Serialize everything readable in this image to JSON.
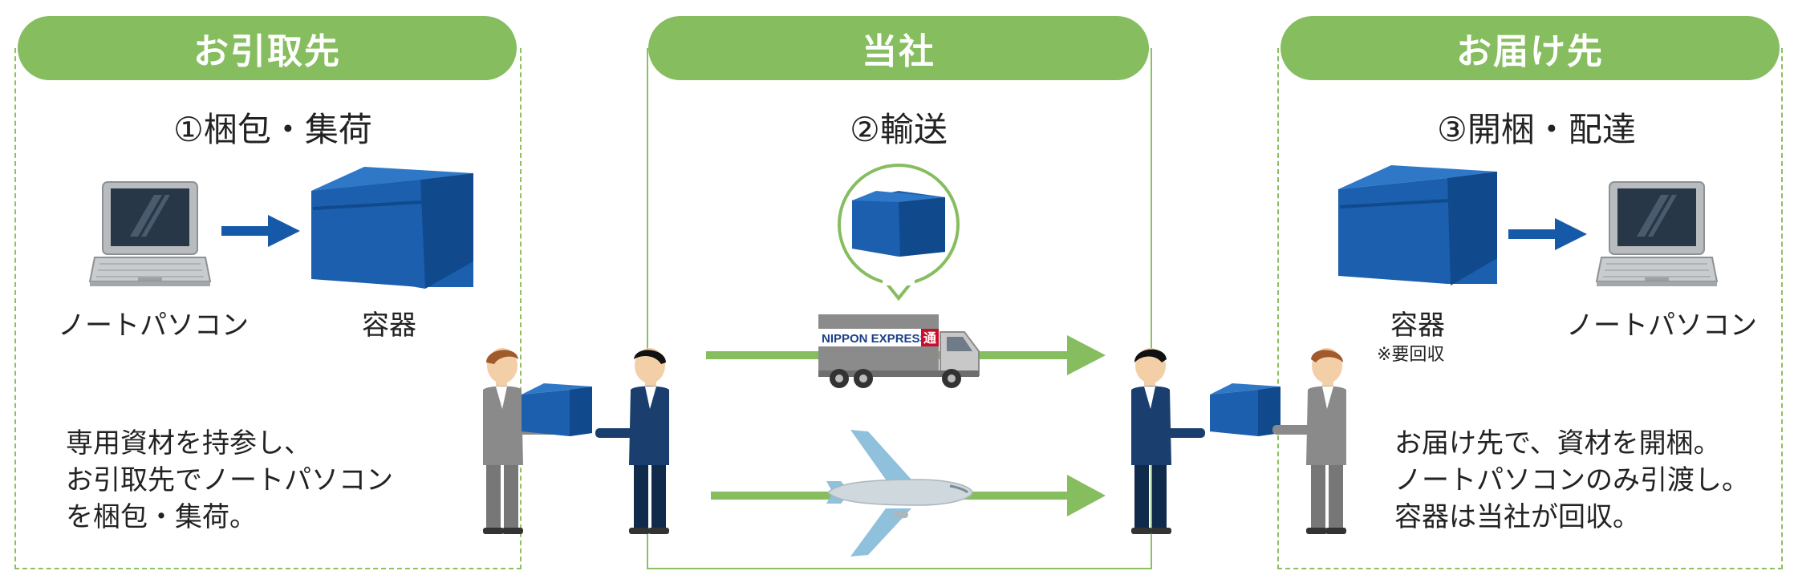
{
  "panels": {
    "pickup": {
      "header": "お引取先",
      "step": "①梱包・集荷",
      "laptop_label": "ノートパソコン",
      "container_label": "容器",
      "desc": [
        "専用資材を持参し、",
        "お引取先でノートパソコン",
        "を梱包・集荷。"
      ]
    },
    "company": {
      "header": "当社",
      "step": "②輸送",
      "truck_text": "NIPPON EXPRESS",
      "truck_logo": "通"
    },
    "delivery": {
      "header": "お届け先",
      "step": "③開梱・配達",
      "container_label": "容器",
      "container_note": "※要回収",
      "laptop_label": "ノートパソコン",
      "desc": [
        "お届け先で、資材を開梱。",
        "ノートパソコンのみ引渡し。",
        "容器は当社が回収。"
      ]
    }
  },
  "colors": {
    "green": "#86bd5f",
    "blue_box": "#1b5fae",
    "arrow_blue": "#1659a8",
    "navy_suit": "#1a3f6e",
    "gray_suit": "#8a8a8a"
  }
}
